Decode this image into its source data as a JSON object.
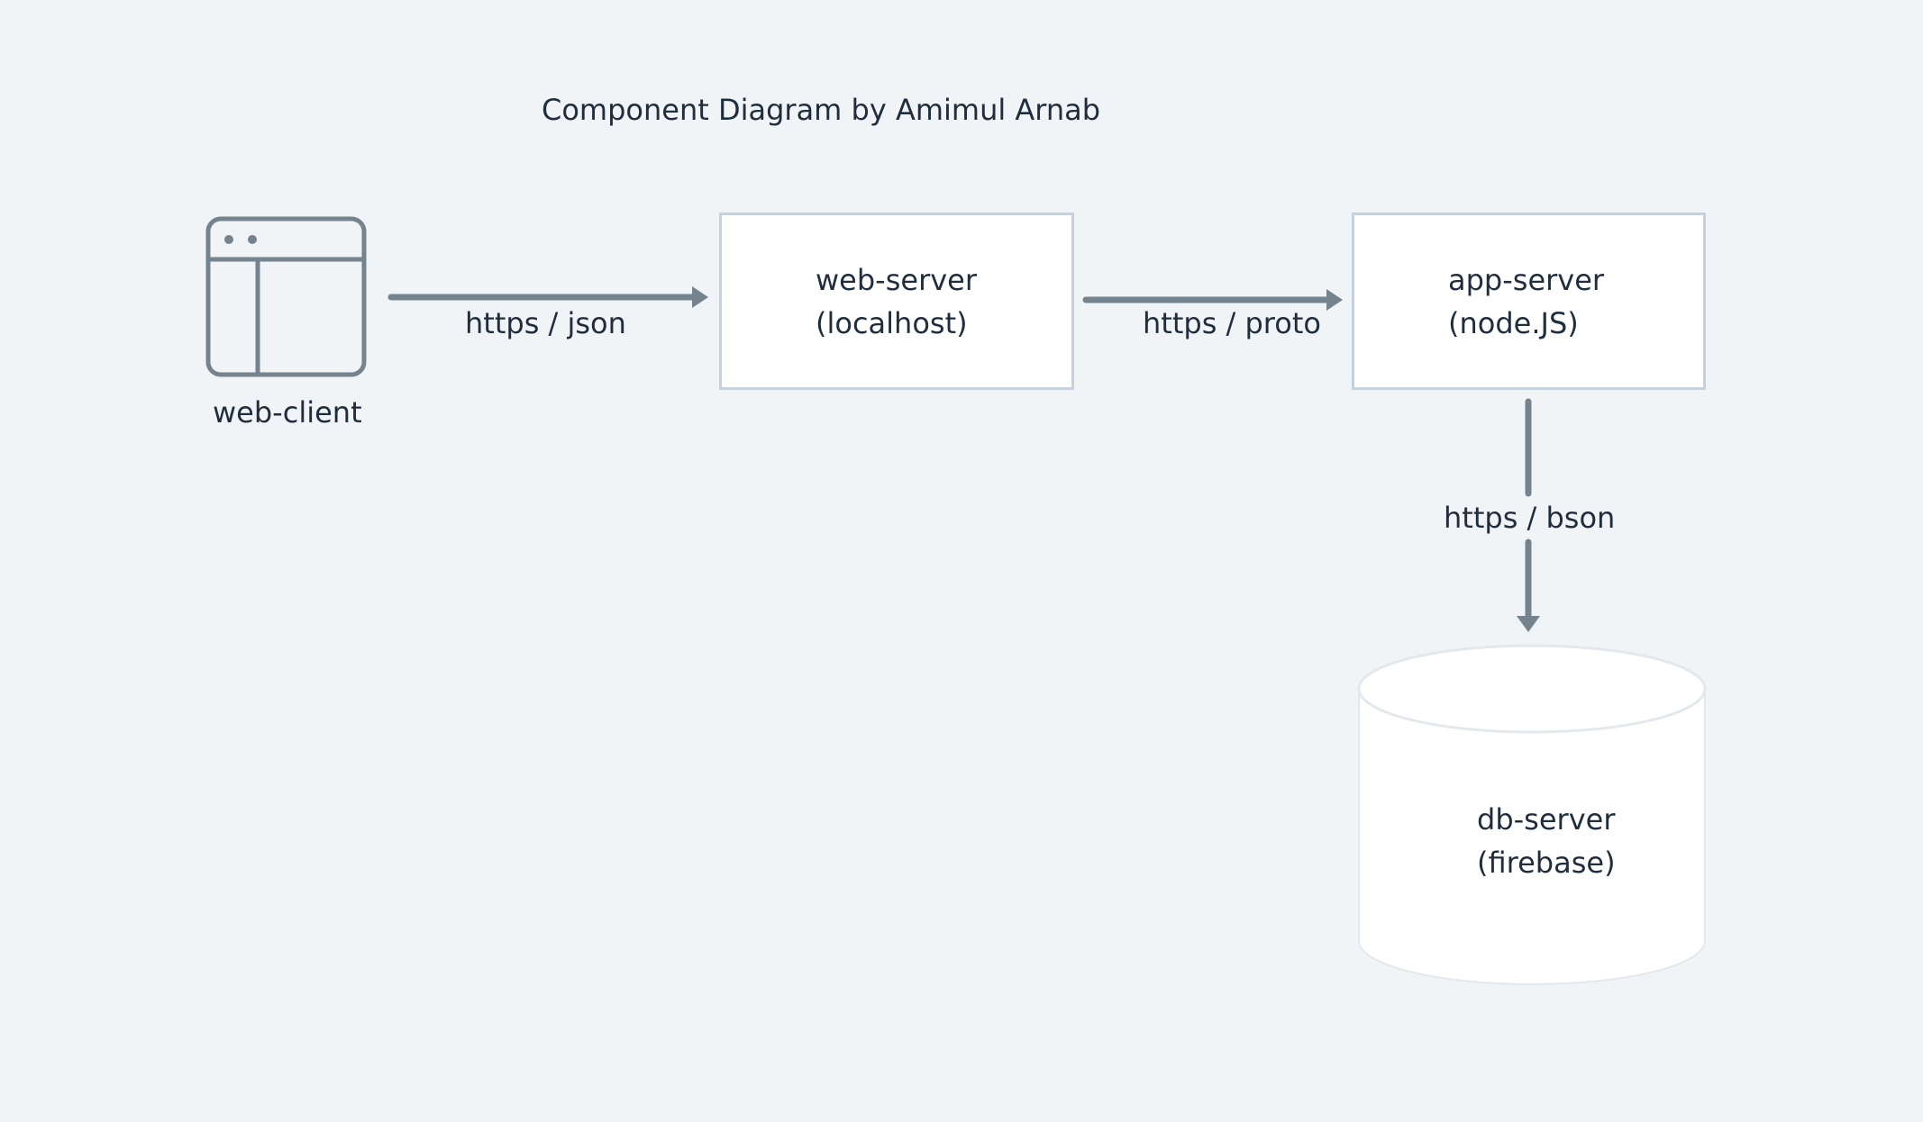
{
  "diagram": {
    "title": "Component Diagram by Amimul Arnab"
  },
  "nodes": {
    "web_client": {
      "label": "web-client",
      "icon": "browser-window-icon"
    },
    "web_server": {
      "line1": "web-server",
      "line2": "(localhost)"
    },
    "app_server": {
      "line1": "app-server",
      "line2": "(node.JS)"
    },
    "db_server": {
      "line1": "db-server",
      "line2": "(firebase)",
      "icon": "database-cylinder"
    }
  },
  "edges": {
    "client_to_web": {
      "label": "https / json"
    },
    "web_to_app": {
      "label": "https / proto"
    },
    "app_to_db": {
      "label": "https / bson"
    }
  },
  "colors": {
    "background": "#f0f4f7",
    "stroke": "#75838f",
    "box_border": "#c6d1dc",
    "text": "#1f2d3d"
  }
}
